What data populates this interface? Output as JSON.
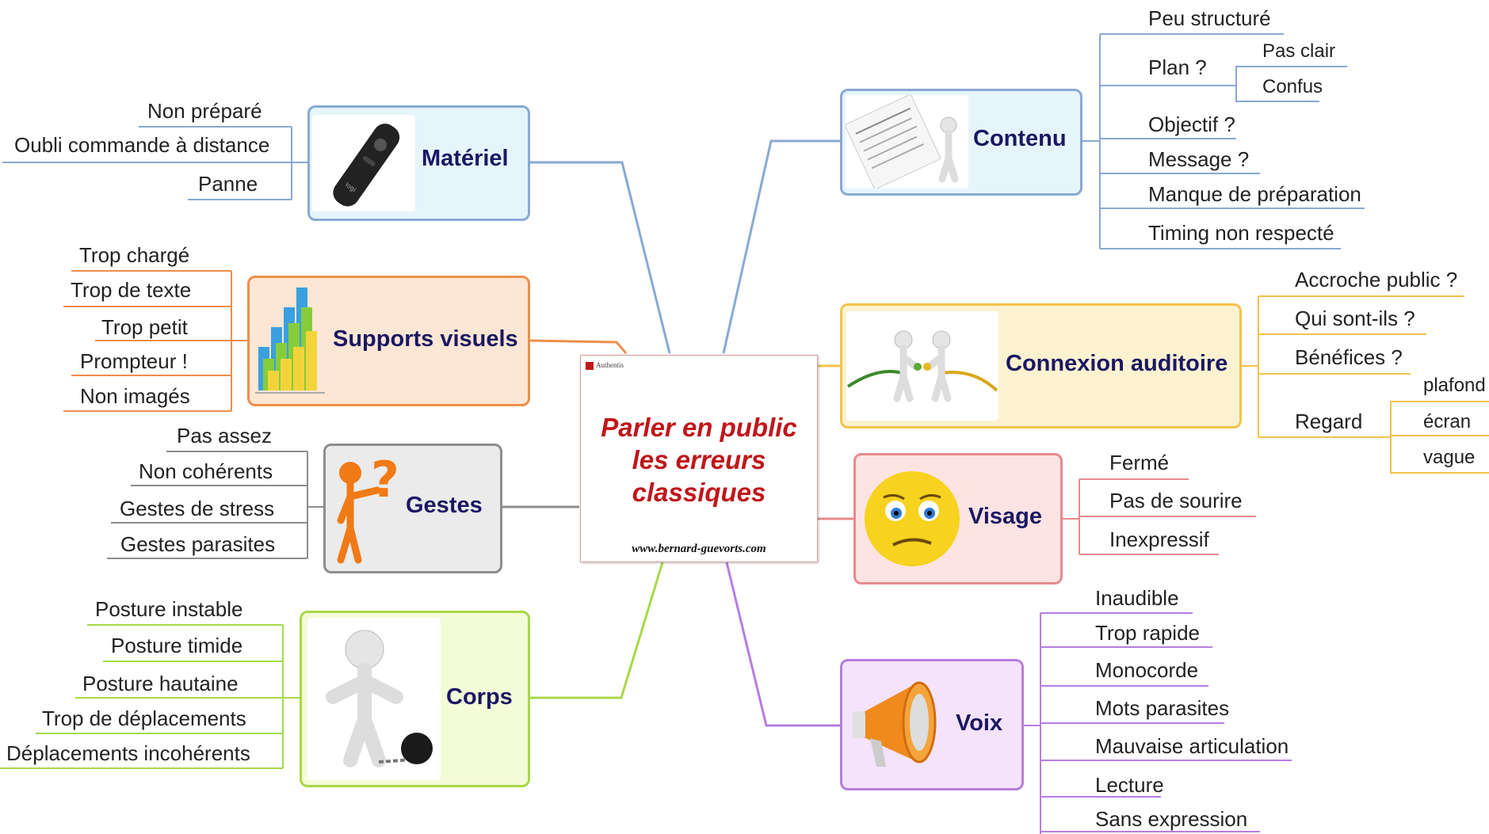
{
  "central": {
    "logo_text": "Authentis",
    "title_lines": [
      "Parler en public",
      "les erreurs",
      "classiques"
    ],
    "url": "www.bernard-guevorts.com"
  },
  "branches": {
    "materiel": {
      "title": "Matériel",
      "color": "#88a9d4",
      "fill": "#e6f5fc",
      "leaves": [
        "Non préparé",
        "Oubli commande à distance",
        "Panne"
      ]
    },
    "supports": {
      "title": "Supports visuels",
      "color": "#ee8e4c",
      "fill": "#fde6d3",
      "leaves": [
        "Trop chargé",
        "Trop de texte",
        "Trop petit",
        "Prompteur !",
        "Non imagés"
      ]
    },
    "gestes": {
      "title": "Gestes",
      "color": "#8d8d8d",
      "fill": "#ebebeb",
      "leaves": [
        "Pas assez",
        "Non cohérents",
        "Gestes de stress",
        "Gestes parasites"
      ]
    },
    "corps": {
      "title": "Corps",
      "color": "#a7d848",
      "fill": "#f4fbd7",
      "leaves": [
        "Posture instable",
        "Posture timide",
        "Posture hautaine",
        "Trop de déplacements",
        "Déplacements incohérents"
      ]
    },
    "contenu": {
      "title": "Contenu",
      "color": "#88a9d4",
      "fill": "#e6f5fc",
      "leaves": [
        "Peu structuré",
        "Plan ?",
        "Objectif ?",
        "Message ?",
        "Manque de préparation",
        "Timing non respecté"
      ],
      "plan_sub": [
        "Pas clair",
        "Confus"
      ]
    },
    "connexion": {
      "title": "Connexion auditoire",
      "color": "#f4c24a",
      "fill": "#fdf2d0",
      "leaves": [
        "Accroche public ?",
        "Qui sont-ils ?",
        "Bénéfices ?",
        "Regard"
      ],
      "regard_sub": [
        "plafond",
        "écran",
        "vague"
      ]
    },
    "visage": {
      "title": "Visage",
      "color": "#e88a8e",
      "fill": "#fde3e2",
      "leaves": [
        "Fermé",
        "Pas de sourire",
        "Inexpressif"
      ]
    },
    "voix": {
      "title": "Voix",
      "color": "#b67de0",
      "fill": "#f4e3fb",
      "leaves": [
        "Inaudible",
        "Trop rapide",
        "Monocorde",
        "Mots parasites",
        "Mauvaise articulation",
        "Lecture",
        "Sans expression"
      ]
    }
  },
  "icons": {
    "materiel": "remote-control-icon",
    "supports": "bar-chart-icon",
    "gestes": "question-person-icon",
    "corps": "person-ball-chain-icon",
    "contenu": "document-person-icon",
    "connexion": "people-cable-icon",
    "visage": "worried-face-icon",
    "voix": "megaphone-icon"
  }
}
